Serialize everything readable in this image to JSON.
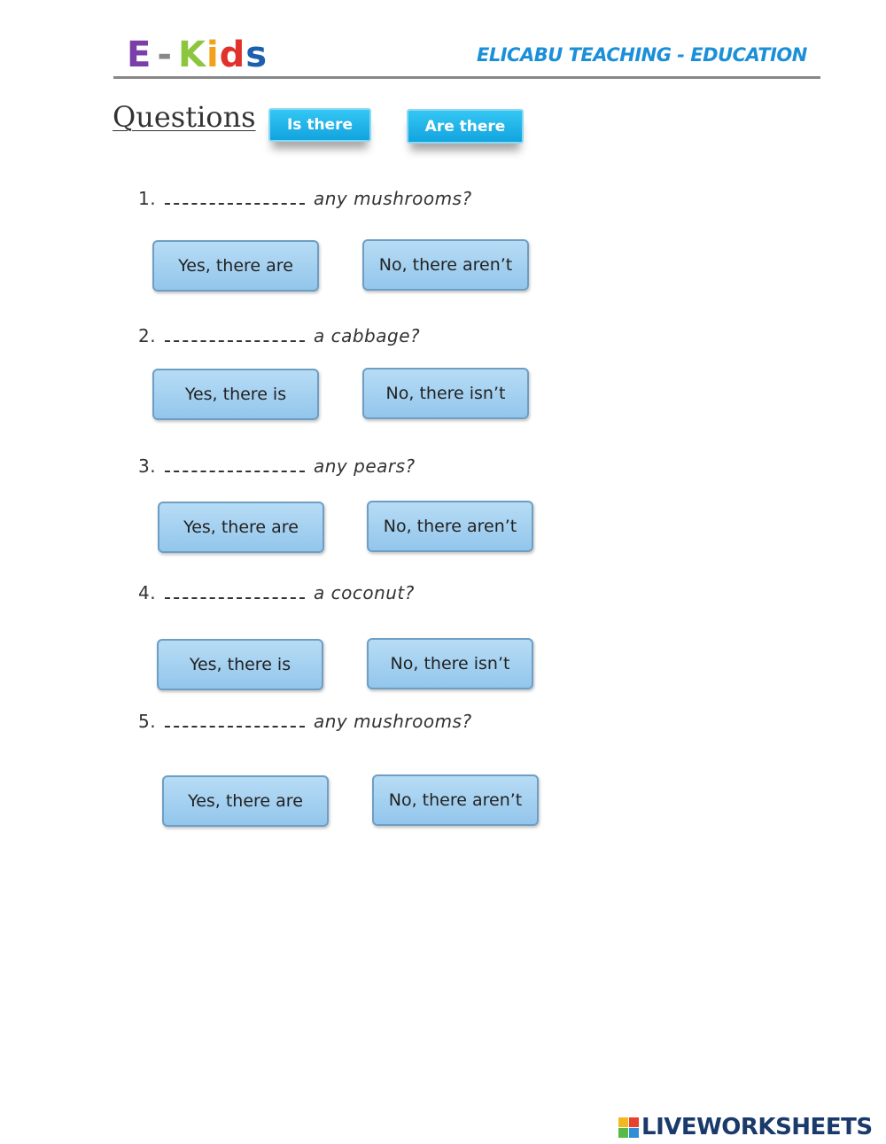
{
  "header": {
    "logo": {
      "E": "E",
      "dash": "-",
      "K": "K",
      "i": "i",
      "d": "d",
      "s": "s"
    },
    "brand": "ELICABU TEACHING - EDUCATION",
    "colors": {
      "logo_E": "#7a3fa8",
      "logo_K": "#8cc63f",
      "logo_i": "#f2a21a",
      "logo_d": "#e0312a",
      "logo_s": "#1d5fae",
      "brand": "#1b8fd8"
    }
  },
  "heading": "Questions",
  "choices": [
    "Is there",
    "Are there"
  ],
  "questions": [
    {
      "number": "1.",
      "text": "any  mushrooms?",
      "yes": "Yes, there are",
      "no": "No, there aren’t"
    },
    {
      "number": "2.",
      "text": "a cabbage?",
      "yes": "Yes, there  is",
      "no": "No, there isn’t"
    },
    {
      "number": "3.",
      "text": "any  pears?",
      "yes": "Yes, there are",
      "no": "No, there aren’t"
    },
    {
      "number": "4.",
      "text": "a coconut?",
      "yes": "Yes, there  is",
      "no": "No, there isn’t"
    },
    {
      "number": "5.",
      "text": "any  mushrooms?",
      "yes": "Yes, there are",
      "no": "No, there aren’t"
    }
  ],
  "footer": {
    "brand": "LIVEWORKSHEETS",
    "icon": "liveworksheets-logo-icon",
    "icon_colors": [
      "#f2b81f",
      "#e8412c",
      "#58b947",
      "#2f8fd6"
    ]
  }
}
